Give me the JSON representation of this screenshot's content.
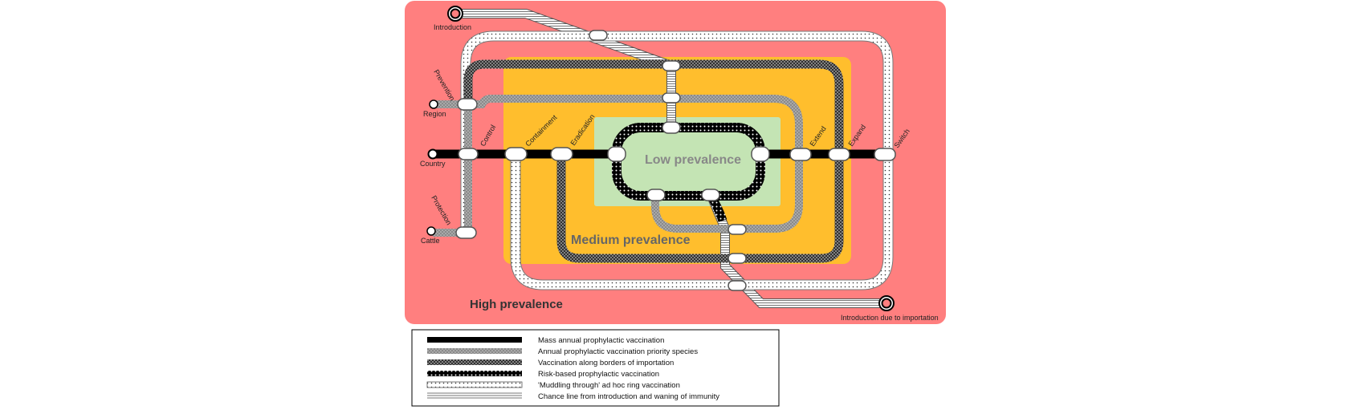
{
  "zones": {
    "high": {
      "label": "High prevalence",
      "color": "#ff7f7f"
    },
    "medium": {
      "label": "Medium prevalence",
      "color": "#ffbe2d"
    },
    "low": {
      "label": "Low prevalence",
      "color": "#c4e4b4"
    }
  },
  "start_labels": {
    "introduction": "Introduction",
    "region": "Region",
    "country": "Country",
    "cattle": "Cattle",
    "importation": "Introduction due to importation"
  },
  "station_labels": {
    "prevention": "Prevention",
    "protection": "Protection",
    "control": "Control",
    "containment": "Containment",
    "eradication": "Eradication",
    "extend": "Extend",
    "expand": "Expand",
    "switch": "Switch"
  },
  "legend": [
    {
      "key": "mass",
      "label": "Mass annual prophylactic vaccination"
    },
    {
      "key": "annual",
      "label": "Annual prophylactic vaccination priority species"
    },
    {
      "key": "borders",
      "label": "Vaccination along borders of importation"
    },
    {
      "key": "risk",
      "label": "Risk-based prophylactic vaccination"
    },
    {
      "key": "muddling",
      "label": "'Muddling through' ad hoc ring vaccination"
    },
    {
      "key": "chance",
      "label": "Chance line from introduction and waning of immunity"
    }
  ]
}
